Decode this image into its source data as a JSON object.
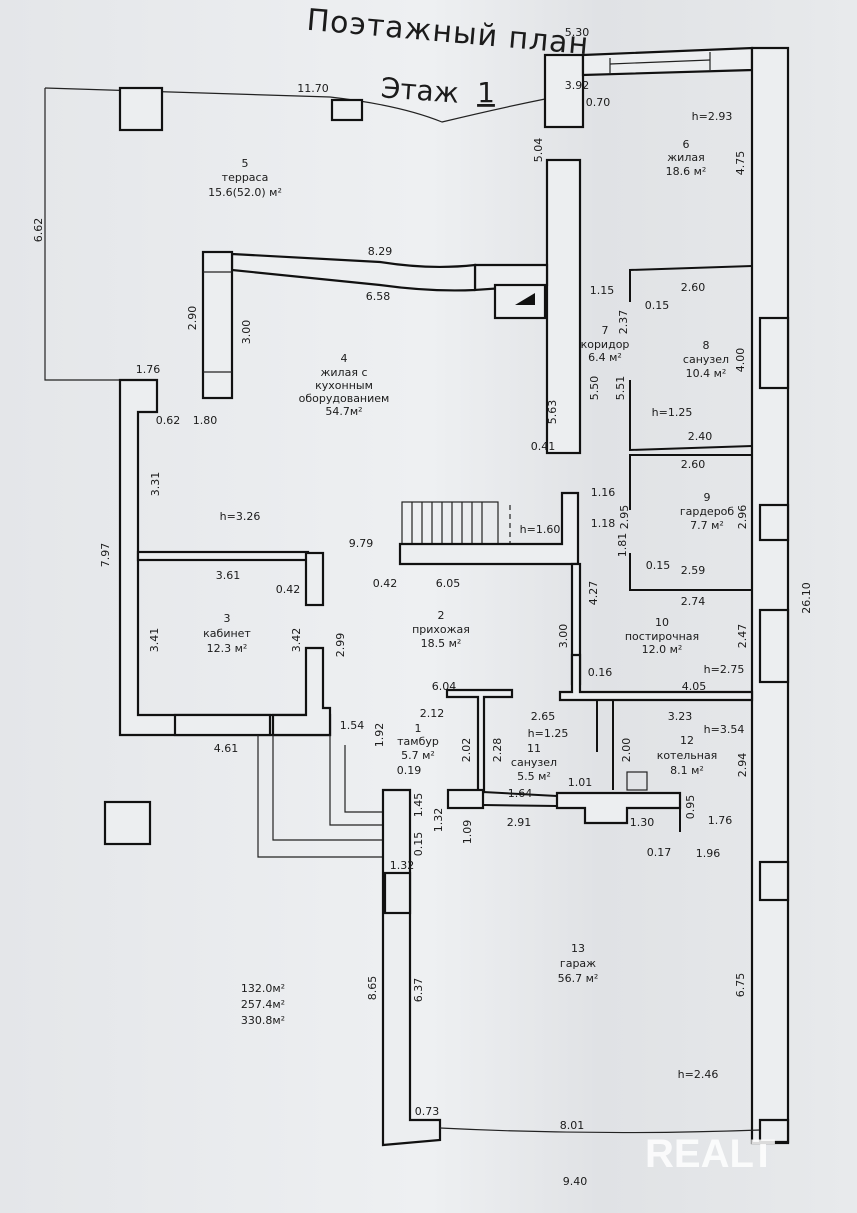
{
  "header": {
    "title": "Поэтажный план",
    "floor_label": "Этаж",
    "floor_number": "1"
  },
  "rooms": [
    {
      "number": "1",
      "name": "тамбур",
      "area": "5.7 м²"
    },
    {
      "number": "2",
      "name": "прихожая",
      "area": "18.5 м²"
    },
    {
      "number": "3",
      "name": "кабинет",
      "area": "12.3 м²"
    },
    {
      "number": "4",
      "name_lines": [
        "жилая с",
        "кухонным",
        "оборудованием"
      ],
      "area": "54.7м²"
    },
    {
      "number": "5",
      "name": "терраса",
      "area": "15.6(52.0) м²"
    },
    {
      "number": "6",
      "name": "жилая",
      "area": "18.6 м²"
    },
    {
      "number": "7",
      "name": "коридор",
      "area": "6.4 м²"
    },
    {
      "number": "8",
      "name": "санузел",
      "area": "10.4 м²"
    },
    {
      "number": "9",
      "name": "гардероб",
      "area": "7.7 м²"
    },
    {
      "number": "10",
      "name": "постирочная",
      "area": "12.0 м²"
    },
    {
      "number": "11",
      "name": "санузел",
      "area": "5.5 м²"
    },
    {
      "number": "12",
      "name": "котельная",
      "area": "8.1 м²"
    },
    {
      "number": "13",
      "name": "гараж",
      "area": "56.7 м²"
    }
  ],
  "dims_h": [
    "5.30",
    "3.92",
    "11.70",
    "0.70",
    "h=2.93",
    "8.29",
    "6.58",
    "1.15",
    "2.60",
    "0.15",
    "1.76",
    "0.62",
    "1.80",
    "h=1.25",
    "2.40",
    "0.41",
    "2.60",
    "1.16",
    "h=3.26",
    "1.18",
    "h=1.60",
    "9.79",
    "3.61",
    "0.42",
    "0.42",
    "6.05",
    "0.15",
    "2.59",
    "2.74",
    "0.16",
    "h=2.75",
    "6.04",
    "4.05",
    "2.12",
    "2.65",
    "3.23",
    "h=3.54",
    "1.54",
    "h=1.25",
    "4.61",
    "0.19",
    "1.01",
    "1.64",
    "2.91",
    "1.30",
    "1.76",
    "0.17",
    "1.96",
    "1.32",
    "h=2.46",
    "0.73",
    "8.01",
    "9.40"
  ],
  "dims_v": [
    "6.62",
    "5.04",
    "4.75",
    "2.90",
    "3.00",
    "2.37",
    "4.00",
    "5.63",
    "5.50",
    "5.51",
    "3.31",
    "7.97",
    "2.95",
    "2.96",
    "1.81",
    "26.10",
    "4.27",
    "3.41",
    "3.42",
    "2.99",
    "3.00",
    "2.47",
    "1.92",
    "2.02",
    "2.28",
    "2.00",
    "2.94",
    "1.45",
    "1.32",
    "0.95",
    "0.15",
    "1.09",
    "8.65",
    "6.37",
    "6.75"
  ],
  "totals": [
    "132.0м²",
    "257.4м²",
    "330.8м²"
  ],
  "watermark": "REALT"
}
